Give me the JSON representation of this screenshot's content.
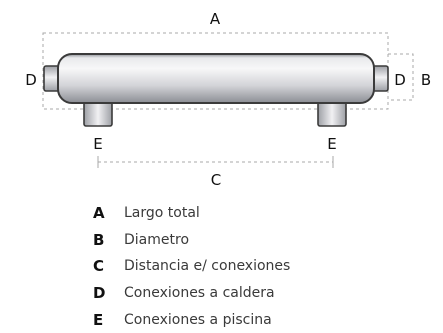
{
  "dimension_letters": {
    "a_top": "A",
    "b_side": "B",
    "c_bottom": "C",
    "d_left": "D",
    "d_right": "D",
    "e_left": "E",
    "e_right": "E"
  },
  "legend": [
    {
      "key": "A",
      "label": "Largo total"
    },
    {
      "key": "B",
      "label": "Diametro"
    },
    {
      "key": "C",
      "label": "Distancia e/ conexiones"
    },
    {
      "key": "D",
      "label": "Conexiones a caldera"
    },
    {
      "key": "E",
      "label": "Conexiones a piscina"
    }
  ],
  "colors": {
    "body_light": "#f4f4f6",
    "body_mid": "#d9dadd",
    "body_dark": "#9a9ca2",
    "outline": "#3b3b3b",
    "dimension_line": "#a9a9a9",
    "text": "#111111"
  }
}
